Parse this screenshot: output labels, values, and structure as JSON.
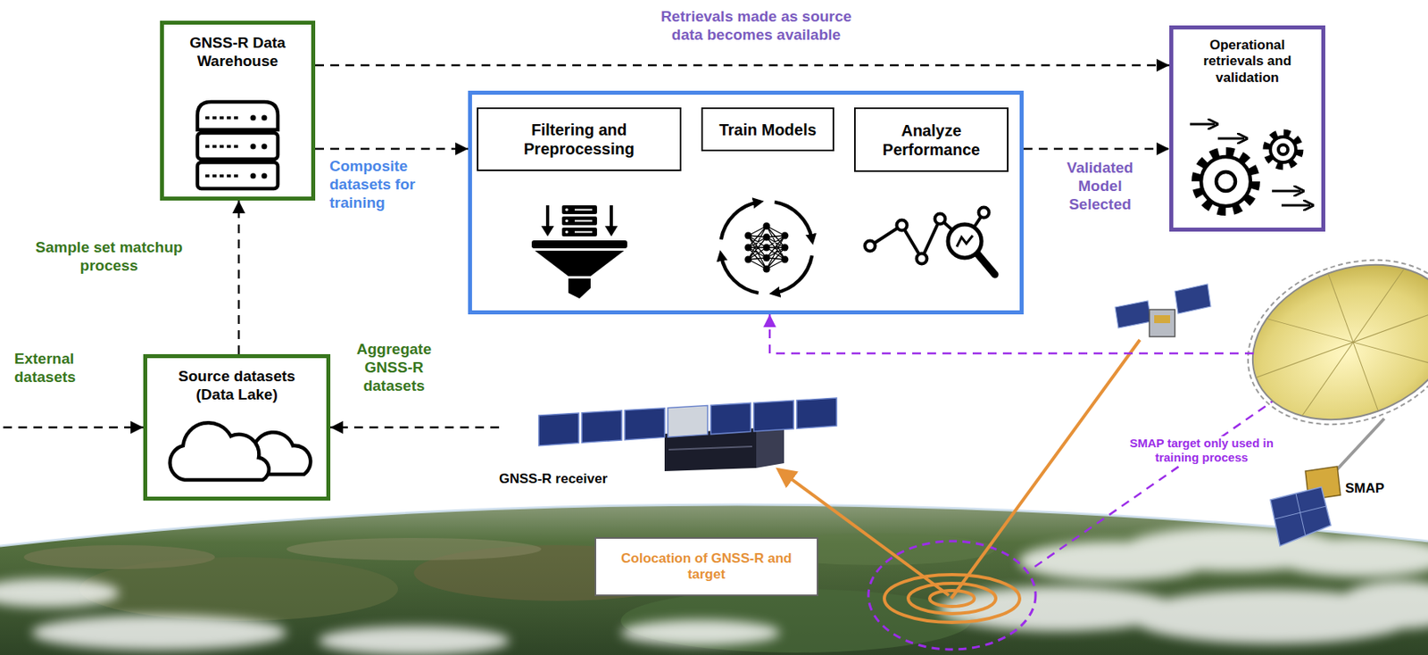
{
  "diagram": {
    "nodes": [
      {
        "text": [
          "GNSS-R Data Warehouse"
        ]
      },
      {
        "text": [
          "Operational retrievals and validation"
        ]
      },
      {
        "text": []
      },
      {
        "text": [
          "Filtering and Preprocessing"
        ],
        "in": 2
      },
      {
        "text": [
          "Train Models"
        ],
        "in": 2
      },
      {
        "text": [
          "Analyze Performance"
        ],
        "in": 2
      },
      {
        "text": [
          "Source datasets (Data Lake)"
        ]
      },
      {
        "text": [
          "GNSS-R receiver"
        ]
      },
      {
        "text": [
          "SMAP"
        ]
      },
      {
        "text": [
          "Colocation of GNSS-R and target"
        ]
      }
    ],
    "edges": [
      {
        "from": 0,
        "to": 1,
        "arrow": "to",
        "label": "Retrievals made as source data becomes available"
      },
      {
        "from": 0,
        "to": 2,
        "arrow": "to",
        "label": "Composite datasets for training"
      },
      {
        "from": 2,
        "to": 1,
        "arrow": "to",
        "label": "Validated Model Selected"
      },
      {
        "from": 6,
        "to": 0,
        "arrow": "to",
        "label": "Sample set matchup process"
      },
      {
        "from": 7,
        "to": 6,
        "arrow": "to",
        "label": "Aggregate GNSS-R datasets"
      },
      {
        "from": 8,
        "to": 2,
        "arrow": "to"
      }
    ],
    "labels": [
      "External datasets",
      "SMAP target only used in training process"
    ]
  }
}
